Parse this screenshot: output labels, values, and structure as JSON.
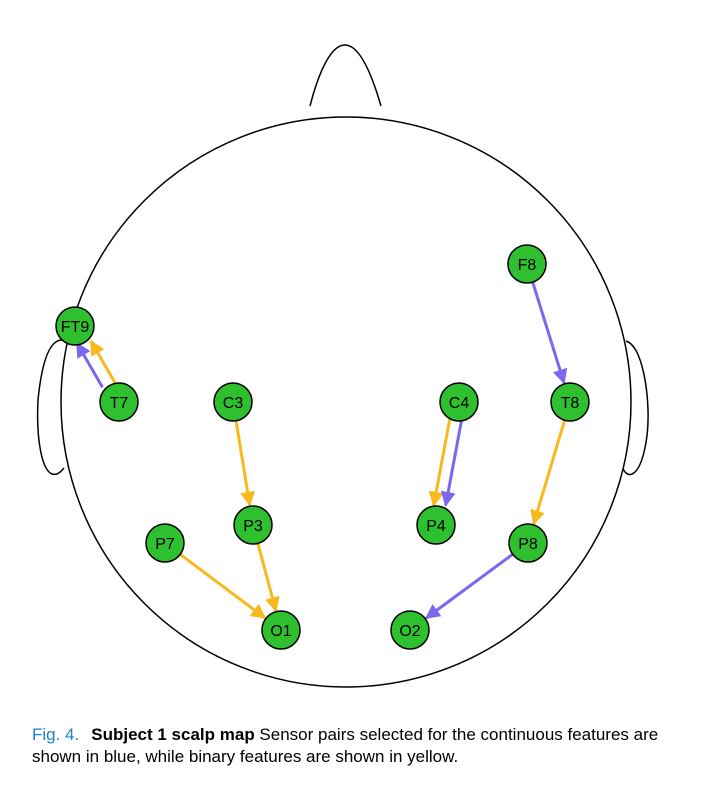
{
  "colors": {
    "node_fill": "#2ec02e",
    "outline": "#000000",
    "continuous_arrow": "#7b68ee",
    "binary_arrow": "#f7b91b",
    "fig_label": "#1e7fd0"
  },
  "nodes": [
    {
      "id": "F8",
      "label": "F8"
    },
    {
      "id": "FT9",
      "label": "FT9"
    },
    {
      "id": "T7",
      "label": "T7"
    },
    {
      "id": "C3",
      "label": "C3"
    },
    {
      "id": "C4",
      "label": "C4"
    },
    {
      "id": "T8",
      "label": "T8"
    },
    {
      "id": "P3",
      "label": "P3"
    },
    {
      "id": "P4",
      "label": "P4"
    },
    {
      "id": "P7",
      "label": "P7"
    },
    {
      "id": "P8",
      "label": "P8"
    },
    {
      "id": "O1",
      "label": "O1"
    },
    {
      "id": "O2",
      "label": "O2"
    }
  ],
  "edges": [
    {
      "from": "F8",
      "to": "T8",
      "type": "continuous"
    },
    {
      "from": "T7",
      "to": "FT9",
      "type": "continuous"
    },
    {
      "from": "T7",
      "to": "FT9",
      "type": "binary"
    },
    {
      "from": "C3",
      "to": "P3",
      "type": "binary"
    },
    {
      "from": "C4",
      "to": "P4",
      "type": "binary"
    },
    {
      "from": "C4",
      "to": "P4",
      "type": "continuous"
    },
    {
      "from": "T8",
      "to": "P8",
      "type": "binary"
    },
    {
      "from": "P3",
      "to": "O1",
      "type": "binary"
    },
    {
      "from": "P7",
      "to": "O1",
      "type": "binary"
    },
    {
      "from": "P8",
      "to": "O2",
      "type": "continuous"
    }
  ],
  "caption": {
    "fig_label": "Fig. 4.",
    "title": "Subject 1 scalp map",
    "text": " Sensor pairs selected for the continuous features are shown in blue, while binary features are shown in yellow."
  }
}
